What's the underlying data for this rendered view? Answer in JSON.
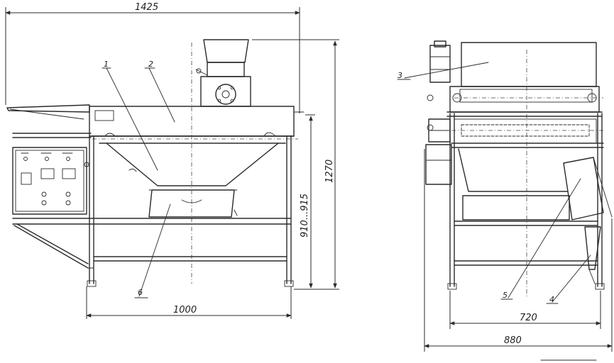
{
  "dimensions": {
    "total_length": "1425",
    "base_length": "1000",
    "table_height": "910...915",
    "total_height": "1270",
    "side_inner_width": "720",
    "side_total_width": "880"
  },
  "callouts": {
    "c1": "1",
    "c2": "2",
    "c3": "3",
    "c4": "4",
    "c5": "5",
    "c6": "6"
  }
}
